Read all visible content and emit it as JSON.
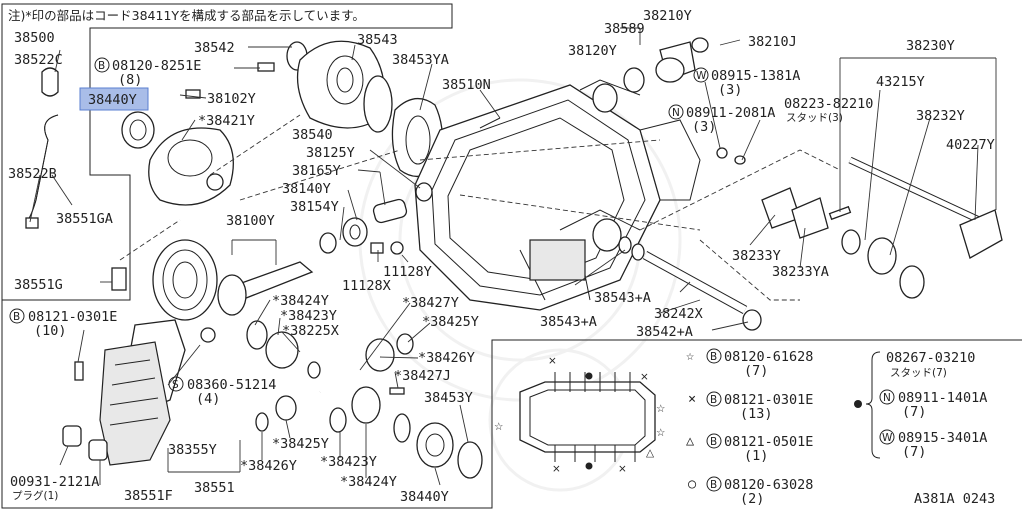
{
  "note": "注)*印の部品はコード38411Yを構成する部品を示しています。",
  "diagram_id": "A381A 0243",
  "highlight_color": "#a9bde8",
  "labels": {
    "p38500": "38500",
    "p38522C": "38522C",
    "p08120_8251E": "08120-8251E",
    "p08120_8251E_qty": "(8)",
    "p38440Y_top": "38440Y",
    "p38102Y": "38102Y",
    "p38421Y": "*38421Y",
    "p38542_top": "38542",
    "p38543_top": "38543",
    "p38540": "38540",
    "p38453YA": "38453YA",
    "p38510N": "38510N",
    "p38125Y": "38125Y",
    "p38165Y": "38165Y",
    "p38140Y": "38140Y",
    "p38154Y": "38154Y",
    "p38100Y": "38100Y",
    "p38522B": "38522B",
    "p38551GA": "38551GA",
    "p38551G": "38551G",
    "p11128X": "11128X",
    "p11128Y": "11128Y",
    "p38589": "38589",
    "p38120Y": "38120Y",
    "p38210Y": "38210Y",
    "p38210J": "38210J",
    "p08915_1381A": "08915-1381A",
    "p08915_1381A_qty": "(3)",
    "p08911_2081A": "08911-2081A",
    "p08911_2081A_qty": "(3)",
    "p38230Y": "38230Y",
    "p43215Y": "43215Y",
    "p08223_82210": "08223-82210",
    "p08223_82210_sub": "スタッド(3)",
    "p38232Y": "38232Y",
    "p40227Y": "40227Y",
    "p38233Y": "38233Y",
    "p38233YA": "38233YA",
    "p38543A_a": "38543+A",
    "p38242X": "38242X",
    "p38543A_b": "38543+A",
    "p38542A": "38542+A",
    "p08121_0301E_left": "08121-0301E",
    "p08121_0301E_left_qty": "(10)",
    "p38424Y_a": "*38424Y",
    "p38423Y_a": "*38423Y",
    "p38225X": "*38225X",
    "p38427Y": "*38427Y",
    "p38425Y_a": "*38425Y",
    "p38426Y_a": "*38426Y",
    "p38427J": "*38427J",
    "p08360_51214": "08360-51214",
    "p08360_51214_qty": "(4)",
    "p38355Y": "38355Y",
    "p38425Y_b": "*38425Y",
    "p38426Y_b": "*38426Y",
    "p38423Y_b": "*38423Y",
    "p38453Y": "38453Y",
    "p38424Y_b": "*38424Y",
    "p38440Y_bot": "38440Y",
    "p38551": "38551",
    "p38551F": "38551F",
    "p00931_2121A": "00931-2121A",
    "p00931_2121A_sub": "プラグ(1)"
  },
  "legend": {
    "star": {
      "symbol": "☆",
      "code": "08120-61628",
      "qty": "(7)"
    },
    "cross": {
      "symbol": "×",
      "code": "08121-0301E",
      "qty": "(13)"
    },
    "triangle": {
      "symbol": "△",
      "code": "08121-0501E",
      "qty": "(1)"
    },
    "circle": {
      "symbol": "○",
      "code": "08120-63028",
      "qty": "(2)"
    },
    "dot_group": [
      {
        "code": "08267-03210",
        "sub": "スタッド(7)"
      },
      {
        "code": "08911-1401A",
        "qty": "(7)"
      },
      {
        "code": "08915-3401A",
        "qty": "(7)"
      }
    ]
  },
  "markers": {
    "B": "B",
    "N": "N",
    "W": "W",
    "S": "S"
  }
}
